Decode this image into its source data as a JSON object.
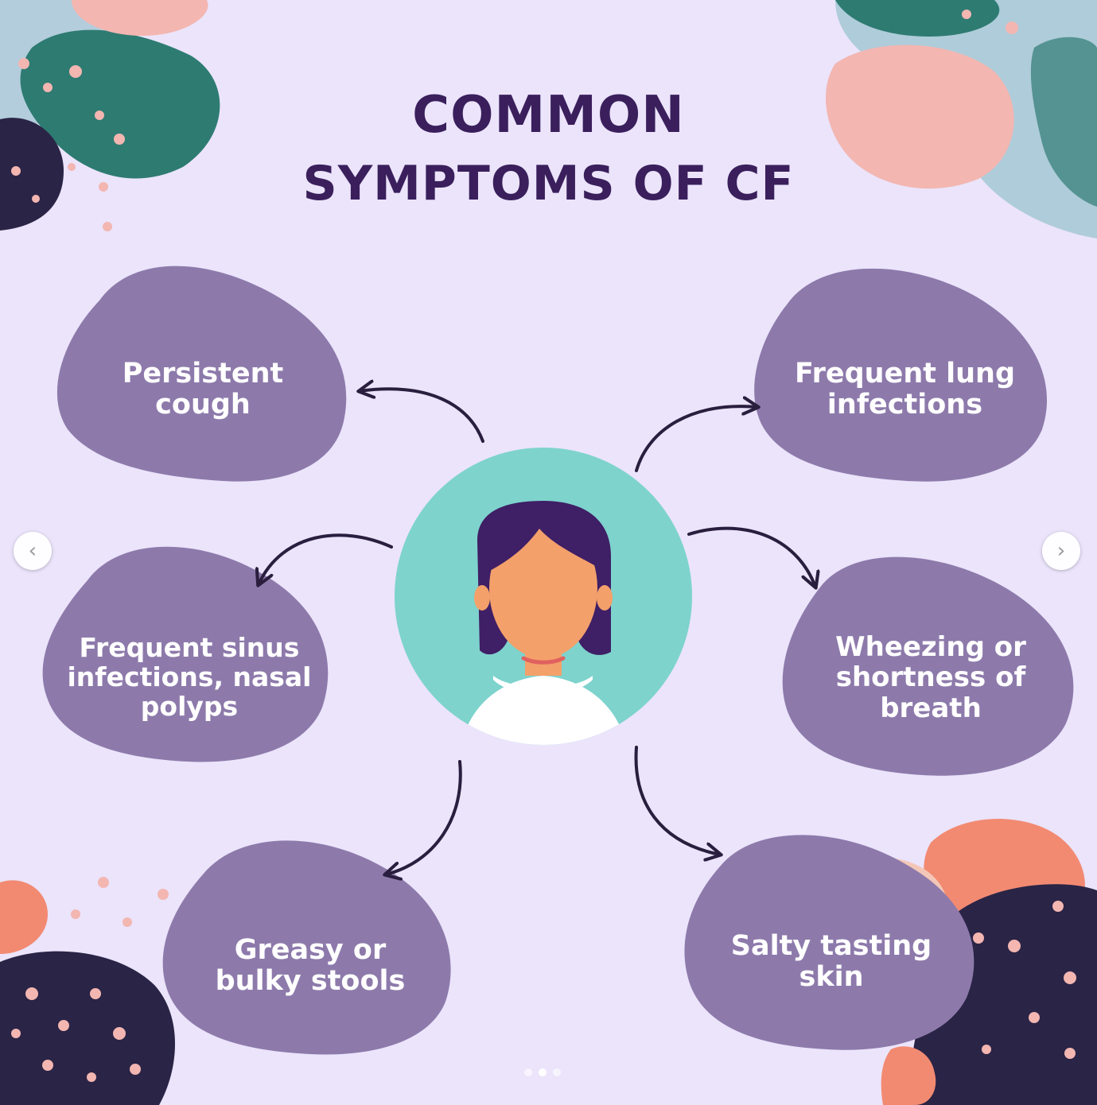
{
  "title": {
    "line1": "COMMON",
    "line2": "SYMPTOMS OF CF"
  },
  "symptoms": [
    "Persistent\ncough",
    "Frequent lung\ninfections",
    "Frequent sinus\ninfections, nasal\npolyps",
    "Wheezing or\nshortness of\nbreath",
    "Greasy or\nbulky stools",
    "Salty tasting\nskin"
  ],
  "icons": {
    "center": "person-avatar-icon",
    "prev": "chevron-left-icon",
    "next": "chevron-right-icon"
  },
  "nav": {
    "prev_glyph": "‹",
    "next_glyph": "›"
  },
  "carousel": {
    "total_slides": 3,
    "active_slide": 2
  },
  "colors": {
    "background": "#ebe4fb",
    "blob": "#8d7aab",
    "title": "#3a1f5c",
    "circle": "#7ed3cd",
    "hair": "#3f1f66",
    "skin": "#f4a06a",
    "arrow": "#2a1e3e"
  }
}
